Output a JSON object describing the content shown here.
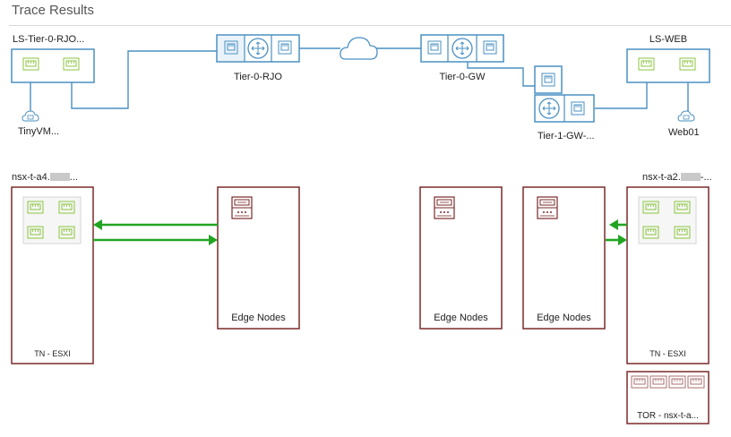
{
  "header": {
    "title": "Trace Results"
  },
  "logical": {
    "ls_left": {
      "label": "LS-Tier-0-RJO..."
    },
    "vm_left": {
      "label": "TinyVM..."
    },
    "tier0_rjo": {
      "label": "Tier-0-RJO"
    },
    "tier0_gw": {
      "label": "Tier-0-GW"
    },
    "tier1_gw": {
      "label": "Tier-1-GW-..."
    },
    "ls_web": {
      "label": "LS-WEB"
    },
    "vm_right": {
      "label": "Web01"
    }
  },
  "physical": {
    "tn_left": {
      "host_prefix": "nsx-t-a4.",
      "host_suffix": "...",
      "label": "TN - ESXI"
    },
    "edge1": {
      "label": "Edge Nodes"
    },
    "edge2": {
      "label": "Edge Nodes"
    },
    "edge3": {
      "label": "Edge Nodes"
    },
    "tn_right": {
      "host_prefix": "nsx-t-a2.",
      "host_suffix": "-...",
      "label": "TN - ESXI"
    },
    "tor": {
      "label": "TOR - nsx-t-a..."
    }
  },
  "colors": {
    "logical": "#4a90c2",
    "port_green": "#8bc53f",
    "physical": "#7a2a2a",
    "port_red": "#a87070",
    "flow": "#22a422"
  }
}
